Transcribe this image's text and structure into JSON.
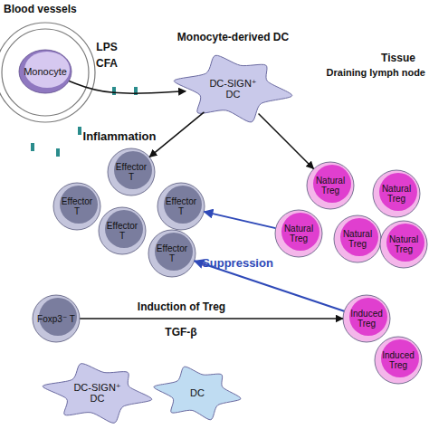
{
  "diagram": {
    "nodes": [
      {
        "text": [
          "Blood vessels"
        ]
      },
      {
        "text": [
          "Monocyte"
        ],
        "in": 0
      },
      {
        "text": [
          "Monocyte-derived DC",
          "DC-SIGN⁺ DC"
        ]
      },
      {
        "text": [
          "Effector T"
        ]
      },
      {
        "text": [
          "Effector T"
        ]
      },
      {
        "text": [
          "Effector T"
        ]
      },
      {
        "text": [
          "Effector T"
        ]
      },
      {
        "text": [
          "Effector T"
        ]
      },
      {
        "text": [
          "Natural Treg"
        ]
      },
      {
        "text": [
          "Natural Treg"
        ]
      },
      {
        "text": [
          "Natural Treg"
        ]
      },
      {
        "text": [
          "Natural Treg"
        ]
      },
      {
        "text": [
          "Natural Treg"
        ]
      },
      {
        "text": [
          "Foxp3⁻ T"
        ]
      },
      {
        "text": [
          "Induced Treg"
        ]
      },
      {
        "text": [
          "Induced Treg"
        ]
      },
      {
        "text": [
          "DC-SIGN⁺ DC"
        ]
      },
      {
        "text": [
          "DC"
        ]
      }
    ],
    "edges": [
      {
        "from": 1,
        "to": 2,
        "arrow": "to"
      },
      {
        "from": 2,
        "to": 3,
        "arrow": "to"
      },
      {
        "from": 2,
        "to": 8,
        "arrow": "to"
      },
      {
        "from": 10,
        "to": 4,
        "arrow": "to"
      },
      {
        "from": 14,
        "to": 7,
        "label": "Suppression",
        "arrow": "to"
      },
      {
        "from": 13,
        "to": 14,
        "label": "Induction of Treg",
        "arrow": "to"
      }
    ],
    "labels": [
      "LPS",
      "CFA",
      "Tissue",
      "Draining lymph node",
      "Inflammation",
      "TGF-β"
    ]
  }
}
